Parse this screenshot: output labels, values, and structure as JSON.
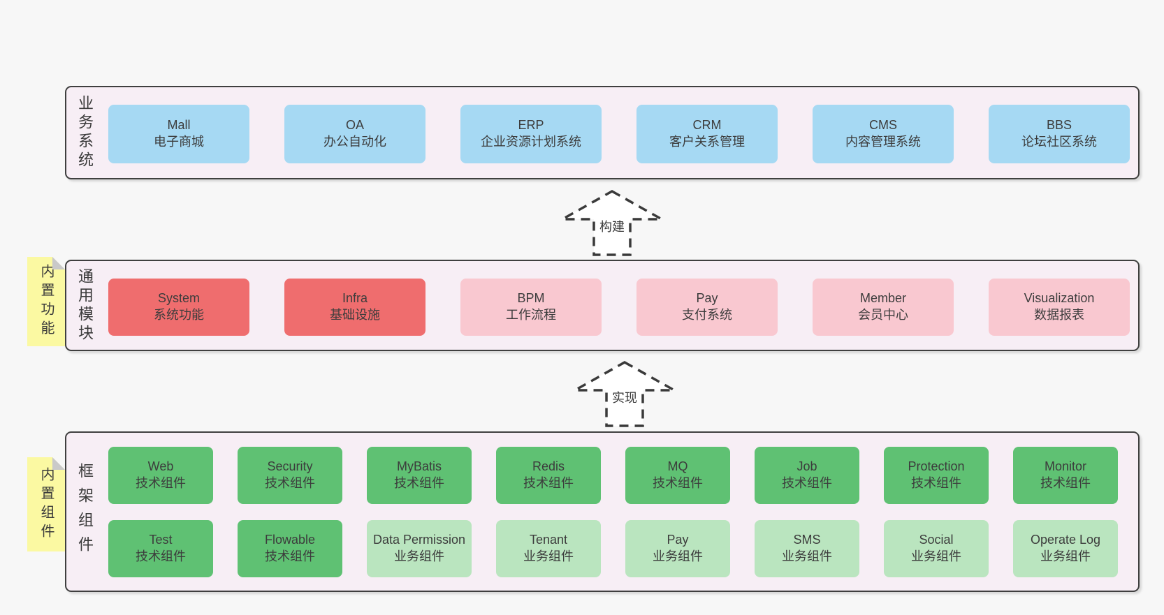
{
  "colors": {
    "page_bg": "#f7f7f7",
    "container_bg": "#f7eef5",
    "container_border": "#3f3f3f",
    "blue": "#a6d9f3",
    "red": "#ef6d6e",
    "pink": "#f9c8d0",
    "green": "#5fc173",
    "green_light": "#bae5bf",
    "sticky_bg": "#fbf9a2",
    "sticky_fold": "#c9c9c9",
    "text": "#3a3a3a",
    "arrow_stroke": "#3a3a3a",
    "arrow_fill": "#ffffff"
  },
  "sections": [
    {
      "id": "business-systems",
      "label": "业务系统",
      "rows": [
        [
          {
            "name": "Mall",
            "sub": "电子商城",
            "color": "blue"
          },
          {
            "name": "OA",
            "sub": "办公自动化",
            "color": "blue"
          },
          {
            "name": "ERP",
            "sub": "企业资源计划系统",
            "color": "blue"
          },
          {
            "name": "CRM",
            "sub": "客户关系管理",
            "color": "blue"
          },
          {
            "name": "CMS",
            "sub": "内容管理系统",
            "color": "blue"
          },
          {
            "name": "BBS",
            "sub": "论坛社区系统",
            "color": "blue"
          }
        ]
      ]
    },
    {
      "id": "common-modules",
      "label": "通用模块",
      "sticky": "内置功能",
      "rows": [
        [
          {
            "name": "System",
            "sub": "系统功能",
            "color": "red"
          },
          {
            "name": "Infra",
            "sub": "基础设施",
            "color": "red"
          },
          {
            "name": "BPM",
            "sub": "工作流程",
            "color": "pink"
          },
          {
            "name": "Pay",
            "sub": "支付系统",
            "color": "pink"
          },
          {
            "name": "Member",
            "sub": "会员中心",
            "color": "pink"
          },
          {
            "name": "Visualization",
            "sub": "数据报表",
            "color": "pink"
          }
        ]
      ]
    },
    {
      "id": "framework-components",
      "label": "框架组件",
      "sticky": "内置组件",
      "rows": [
        [
          {
            "name": "Web",
            "sub": "技术组件",
            "color": "green"
          },
          {
            "name": "Security",
            "sub": "技术组件",
            "color": "green"
          },
          {
            "name": "MyBatis",
            "sub": "技术组件",
            "color": "green"
          },
          {
            "name": "Redis",
            "sub": "技术组件",
            "color": "green"
          },
          {
            "name": "MQ",
            "sub": "技术组件",
            "color": "green"
          },
          {
            "name": "Job",
            "sub": "技术组件",
            "color": "green"
          },
          {
            "name": "Protection",
            "sub": "技术组件",
            "color": "green"
          },
          {
            "name": "Monitor",
            "sub": "技术组件",
            "color": "green"
          }
        ],
        [
          {
            "name": "Test",
            "sub": "技术组件",
            "color": "green"
          },
          {
            "name": "Flowable",
            "sub": "技术组件",
            "color": "green"
          },
          {
            "name": "Data Permission",
            "sub": "业务组件",
            "color": "green_light"
          },
          {
            "name": "Tenant",
            "sub": "业务组件",
            "color": "green_light"
          },
          {
            "name": "Pay",
            "sub": "业务组件",
            "color": "green_light"
          },
          {
            "name": "SMS",
            "sub": "业务组件",
            "color": "green_light"
          },
          {
            "name": "Social",
            "sub": "业务组件",
            "color": "green_light"
          },
          {
            "name": "Operate Log",
            "sub": "业务组件",
            "color": "green_light"
          }
        ]
      ]
    }
  ],
  "arrows": [
    {
      "label": "构建"
    },
    {
      "label": "实现"
    }
  ]
}
